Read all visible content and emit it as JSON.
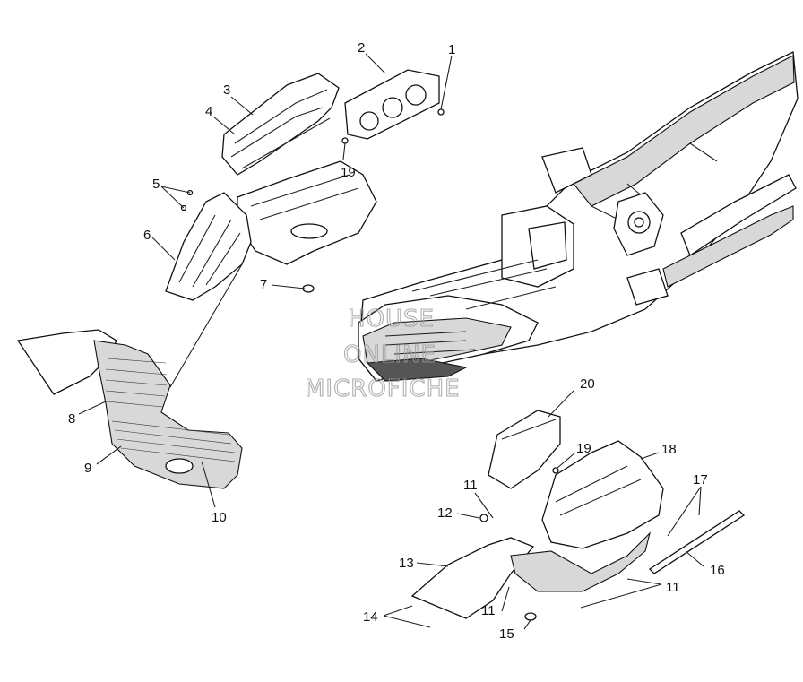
{
  "callouts": [
    {
      "id": "c1",
      "label": "1"
    },
    {
      "id": "c2",
      "label": "2"
    },
    {
      "id": "c3",
      "label": "3"
    },
    {
      "id": "c4",
      "label": "4"
    },
    {
      "id": "c5",
      "label": "5"
    },
    {
      "id": "c6",
      "label": "6"
    },
    {
      "id": "c7",
      "label": "7"
    },
    {
      "id": "c8",
      "label": "8"
    },
    {
      "id": "c9",
      "label": "9"
    },
    {
      "id": "c10",
      "label": "10"
    },
    {
      "id": "c11a",
      "label": "11"
    },
    {
      "id": "c11b",
      "label": "11"
    },
    {
      "id": "c11c",
      "label": "11"
    },
    {
      "id": "c12",
      "label": "12"
    },
    {
      "id": "c13",
      "label": "13"
    },
    {
      "id": "c14",
      "label": "14"
    },
    {
      "id": "c15",
      "label": "15"
    },
    {
      "id": "c16",
      "label": "16"
    },
    {
      "id": "c17",
      "label": "17"
    },
    {
      "id": "c18",
      "label": "18"
    },
    {
      "id": "c19a",
      "label": "19"
    },
    {
      "id": "c19b",
      "label": "19"
    },
    {
      "id": "c20",
      "label": "20"
    }
  ],
  "watermark": {
    "line1": "HOUSE",
    "line2": "ONLINE",
    "line3": "MICROFICHE"
  }
}
